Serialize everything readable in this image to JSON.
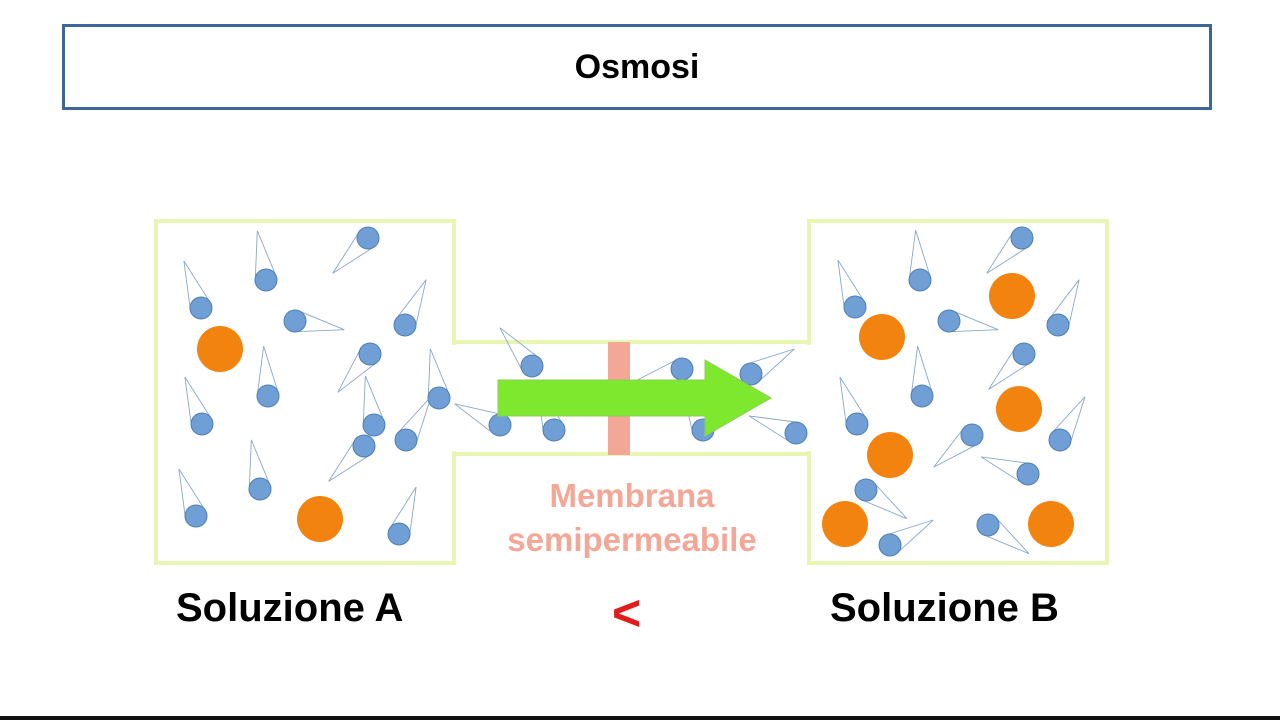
{
  "title": "Osmosi",
  "solution_a_label": "Soluzione A",
  "solution_b_label": "Soluzione B",
  "comparison_symbol": "<",
  "membrane_label_line1": "Membrana",
  "membrane_label_line2": "semipermeabile",
  "colors": {
    "title_border": "#3e6797",
    "container_border": "#e8f5b3",
    "water_molecule": "#6f9fd4",
    "solute_particle": "#f3830f",
    "membrane": "#f3a796",
    "arrow": "#7de82d",
    "comparison": "#e01c1c"
  },
  "icons": {
    "water_molecule": "water-molecule-icon",
    "solute_particle": "solute-particle-icon",
    "flow_arrow": "flow-arrow-icon"
  }
}
